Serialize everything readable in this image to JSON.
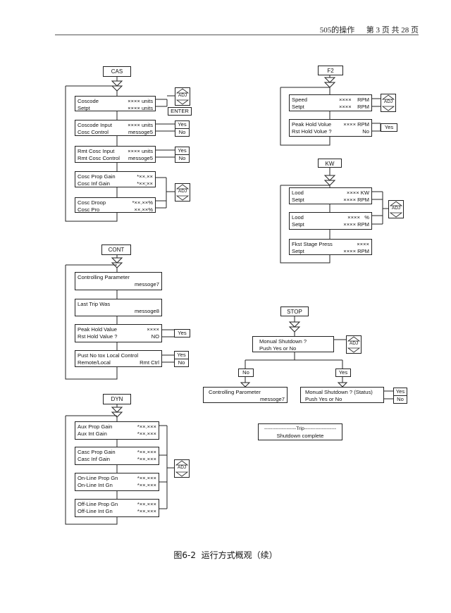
{
  "header": {
    "doc_title": "505的操作",
    "page_info": "第 3 页 共 28 页"
  },
  "cas": {
    "title": "CAS",
    "b1": [
      [
        "Coscode",
        "×××× units"
      ],
      [
        "Setpt",
        "×××× units"
      ]
    ],
    "enter": "ENTER",
    "b2": [
      [
        "Coscode Input",
        "×××× units"
      ],
      [
        "Cosc Control",
        "messoge5"
      ]
    ],
    "b3": [
      [
        "Rmt Cosc Input",
        "×××× units"
      ],
      [
        "Rmt Cosc Control",
        "messoge5"
      ]
    ],
    "b4": [
      [
        "Cosc Prop Gain",
        "*××.××"
      ],
      [
        "Cosc Inf Gain",
        "*××;××"
      ]
    ],
    "b5": [
      [
        "Cosc Droop",
        "*××.××%"
      ],
      [
        "Cosc Pro",
        "××.××%"
      ]
    ]
  },
  "cont": {
    "title": "CONT",
    "b1": [
      "Controlling Parameter",
      "messoge7"
    ],
    "b2": [
      "Last Trip Was",
      "messoge8"
    ],
    "b3": [
      [
        "Peak Hold Value",
        "××××"
      ],
      [
        "Rst Hold Value ?",
        "NO"
      ]
    ],
    "b4": [
      [
        "Pust No tox Local Control",
        ""
      ],
      [
        "Remote/Local",
        "Rmt Ctrl"
      ]
    ]
  },
  "dyn": {
    "title": "DYN",
    "b1": [
      [
        "Aux Prop Gain",
        "*××.×××"
      ],
      [
        "Aux Int Gain",
        "*××.×××"
      ]
    ],
    "b2": [
      [
        "Casc Prop Gain",
        "*××.×××"
      ],
      [
        "Casc Inf Gain",
        "*××.×××"
      ]
    ],
    "b3": [
      [
        "On-Line Prop Gn",
        "*××.×××"
      ],
      [
        "On-Line Int Gn",
        "*××.×××"
      ]
    ],
    "b4": [
      [
        "Off-Line Prop Gn",
        "*××.×××"
      ],
      [
        "Off-Line Int Gn",
        "*××.×××"
      ]
    ]
  },
  "f2": {
    "title": "F2",
    "b1": [
      [
        "Speed",
        "××××    RPM"
      ],
      [
        "Setpt",
        "××××    RPM"
      ]
    ],
    "b2": [
      [
        "Peak Hold Volue",
        "×××× RPM"
      ],
      [
        "Rst Hold Volue ?",
        "No"
      ]
    ]
  },
  "kw": {
    "title": "KW",
    "b1": [
      [
        "Lood",
        "×××× KW"
      ],
      [
        "Setpt",
        "×××× RPM"
      ]
    ],
    "b2": [
      [
        "Lood",
        "××××   %"
      ],
      [
        "Setpt",
        "×××× RPM"
      ]
    ],
    "b3": [
      [
        "Fkst Stage Press",
        "××××"
      ],
      [
        "Setpt",
        "×××× RPM"
      ]
    ]
  },
  "stop": {
    "title": "STOP",
    "q": [
      "Monual Shutdown ?",
      "Push Yes or No"
    ],
    "no_label": "No",
    "yes_label": "Yes",
    "left": [
      "Controlling Parometer",
      "messoge7"
    ],
    "right": [
      "Monual Shutdown ? (Status)",
      "Push Yes or No"
    ],
    "trip": [
      "--------------------Trip--------------------",
      "Shutdown complete"
    ]
  },
  "buttons": {
    "adj": "ADJ",
    "yes": "Yes",
    "no": "No"
  },
  "caption": "图6-2  运行方式概观（续）"
}
